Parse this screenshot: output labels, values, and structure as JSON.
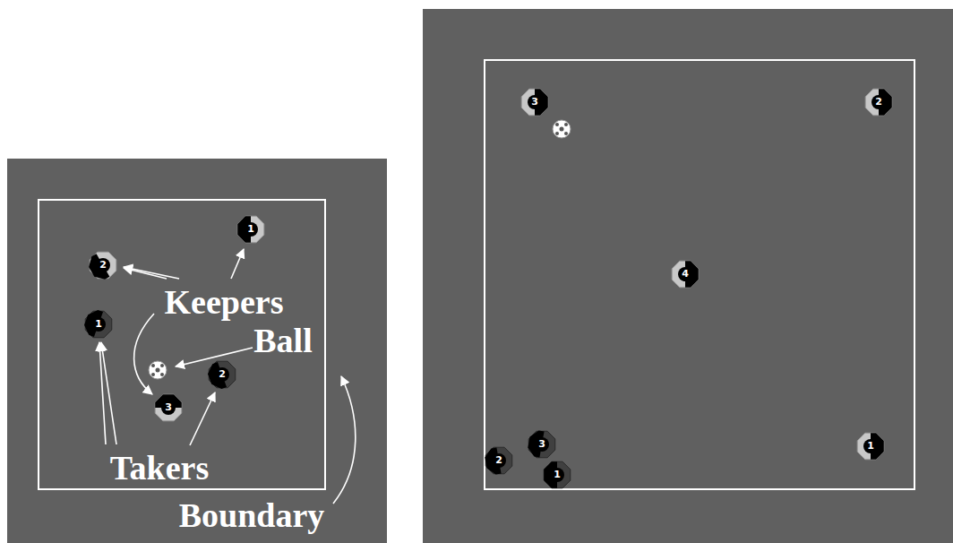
{
  "diagram": {
    "nodes": [
      {
        "text": [
          "1"
        ]
      },
      {
        "text": [
          "2"
        ]
      },
      {
        "text": [
          "1"
        ]
      },
      {
        "text": [
          "2"
        ]
      },
      {
        "text": [
          "3"
        ]
      },
      {
        "text": [
          "3"
        ]
      },
      {
        "text": [
          "2"
        ]
      },
      {
        "text": [
          "4"
        ]
      },
      {
        "text": [
          "1"
        ]
      },
      {
        "text": [
          "3"
        ]
      },
      {
        "text": [
          "2"
        ]
      },
      {
        "text": [
          "1"
        ]
      }
    ],
    "labels": [
      "Keepers",
      "Ball",
      "Takers",
      "Boundary"
    ]
  }
}
